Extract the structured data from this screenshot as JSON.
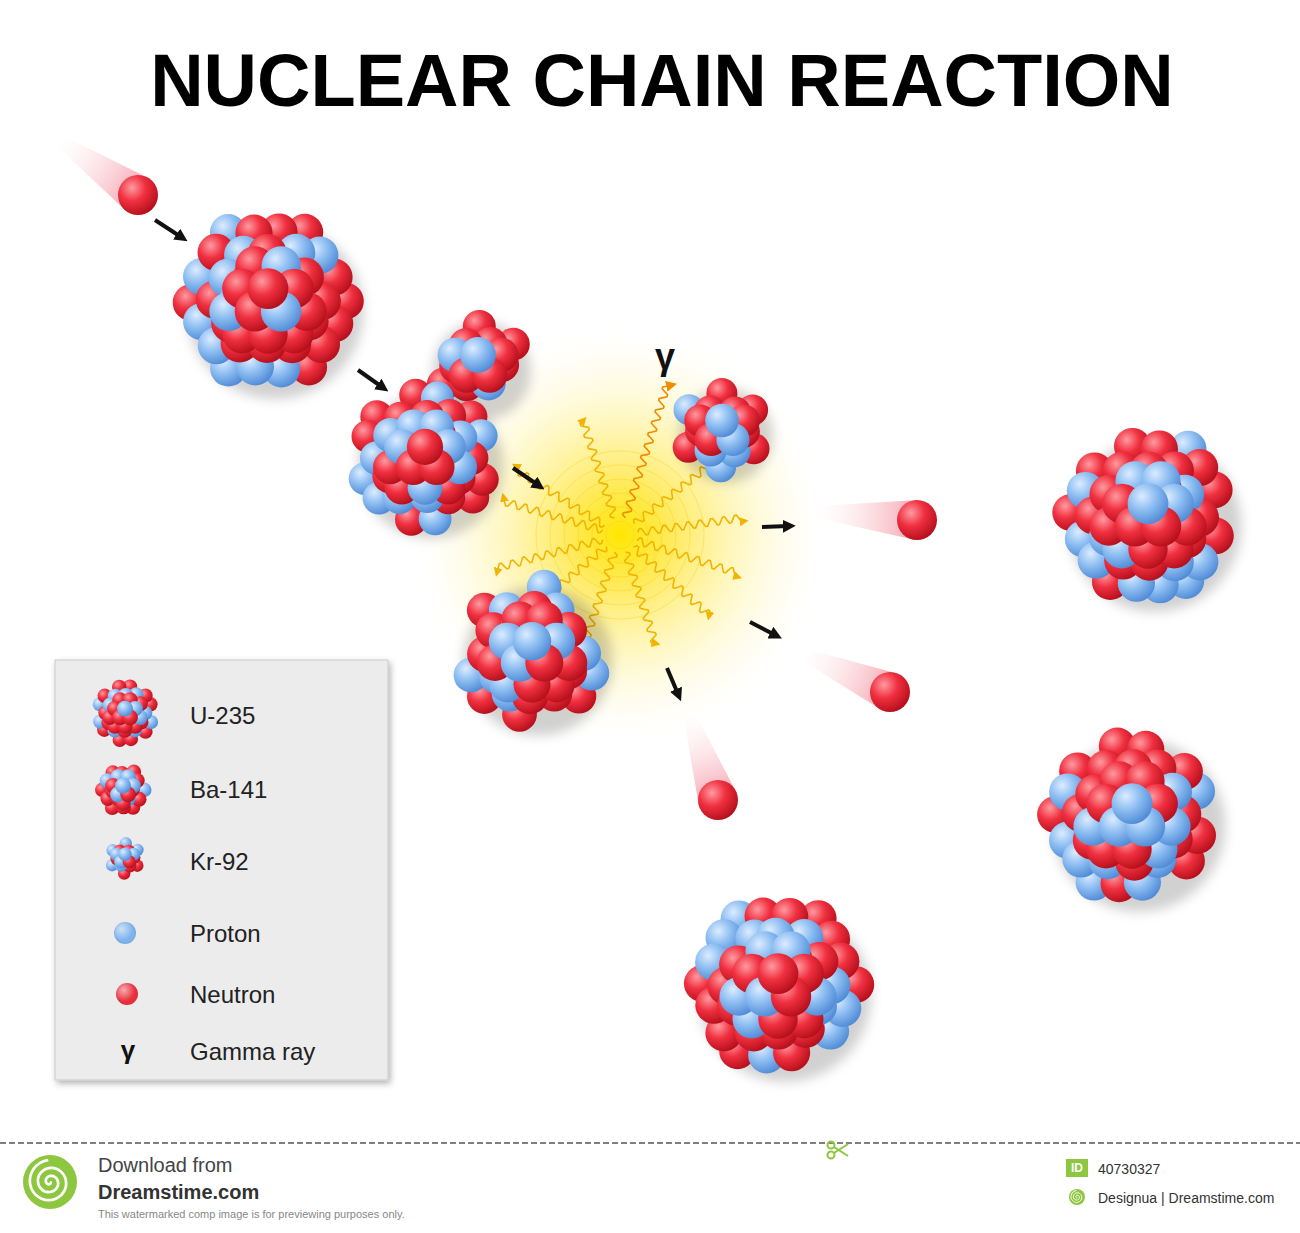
{
  "diagram": {
    "title": "NUCLEAR CHAIN REACTION",
    "nodes": [
      {
        "text": [
          "ID"
        ]
      }
    ],
    "labels": [
      "γ",
      "γ",
      "Download from",
      "Dreamstime.com",
      "This watermarked comp image is for previewing purposes only.",
      "40730327",
      "Designua | Dreamstime.com"
    ],
    "legend": [
      {
        "text": "U-235"
      },
      {
        "text": "Ba-141"
      },
      {
        "text": "Kr-92"
      },
      {
        "text": "Proton",
        "color": "#7fb3ec"
      },
      {
        "text": "Neutron",
        "color": "#e8303c"
      },
      {
        "text": "Gamma ray"
      }
    ]
  }
}
